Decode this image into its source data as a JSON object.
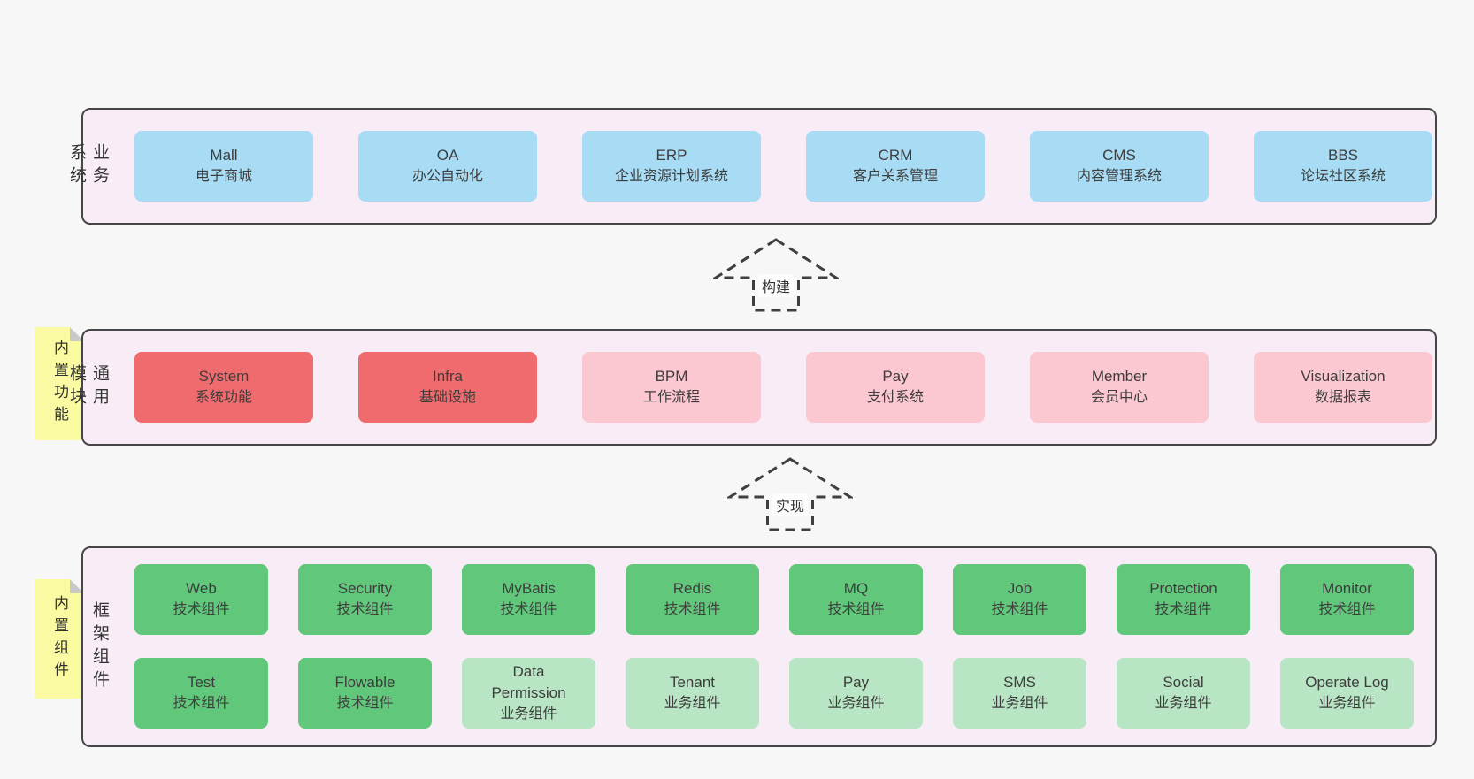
{
  "colors": {
    "page_background": "#f7f7f7",
    "panel_fill": "#f8edf6",
    "panel_border": "#464646",
    "business_box": "#a7dcf4",
    "module_core_box": "#f06b6d",
    "module_box": "#fbc7d1",
    "tech_component_box": "#61c77b",
    "biz_component_box": "#b8e5c3",
    "sticky_note": "#fafaa2",
    "sticky_fold": "#c9c9c9",
    "text": "#3d3d3d"
  },
  "panels": {
    "business": {
      "side_label": "业务系统",
      "boxes": [
        {
          "title": "Mall",
          "subtitle": "电子商城"
        },
        {
          "title": "OA",
          "subtitle": "办公自动化"
        },
        {
          "title": "ERP",
          "subtitle": "企业资源计划系统"
        },
        {
          "title": "CRM",
          "subtitle": "客户关系管理"
        },
        {
          "title": "CMS",
          "subtitle": "内容管理系统"
        },
        {
          "title": "BBS",
          "subtitle": "论坛社区系统"
        }
      ]
    },
    "modules": {
      "side_label": "通用模块",
      "sticky_label": "内置功能",
      "boxes": [
        {
          "title": "System",
          "subtitle": "系统功能"
        },
        {
          "title": "Infra",
          "subtitle": "基础设施"
        },
        {
          "title": "BPM",
          "subtitle": "工作流程"
        },
        {
          "title": "Pay",
          "subtitle": "支付系统"
        },
        {
          "title": "Member",
          "subtitle": "会员中心"
        },
        {
          "title": "Visualization",
          "subtitle": "数据报表"
        }
      ]
    },
    "framework": {
      "side_label": "框架组件",
      "sticky_label": "内置组件",
      "rows": [
        [
          {
            "title": "Web",
            "subtitle": "技术组件"
          },
          {
            "title": "Security",
            "subtitle": "技术组件"
          },
          {
            "title": "MyBatis",
            "subtitle": "技术组件"
          },
          {
            "title": "Redis",
            "subtitle": "技术组件"
          },
          {
            "title": "MQ",
            "subtitle": "技术组件"
          },
          {
            "title": "Job",
            "subtitle": "技术组件"
          },
          {
            "title": "Protection",
            "subtitle": "技术组件"
          },
          {
            "title": "Monitor",
            "subtitle": "技术组件"
          }
        ],
        [
          {
            "title": "Test",
            "subtitle": "技术组件"
          },
          {
            "title": "Flowable",
            "subtitle": "技术组件"
          },
          {
            "title": "Data\nPermission",
            "subtitle": "业务组件"
          },
          {
            "title": "Tenant",
            "subtitle": "业务组件"
          },
          {
            "title": "Pay",
            "subtitle": "业务组件"
          },
          {
            "title": "SMS",
            "subtitle": "业务组件"
          },
          {
            "title": "Social",
            "subtitle": "业务组件"
          },
          {
            "title": "Operate Log",
            "subtitle": "业务组件"
          }
        ]
      ]
    }
  },
  "arrows": [
    {
      "label": "构建"
    },
    {
      "label": "实现"
    }
  ]
}
